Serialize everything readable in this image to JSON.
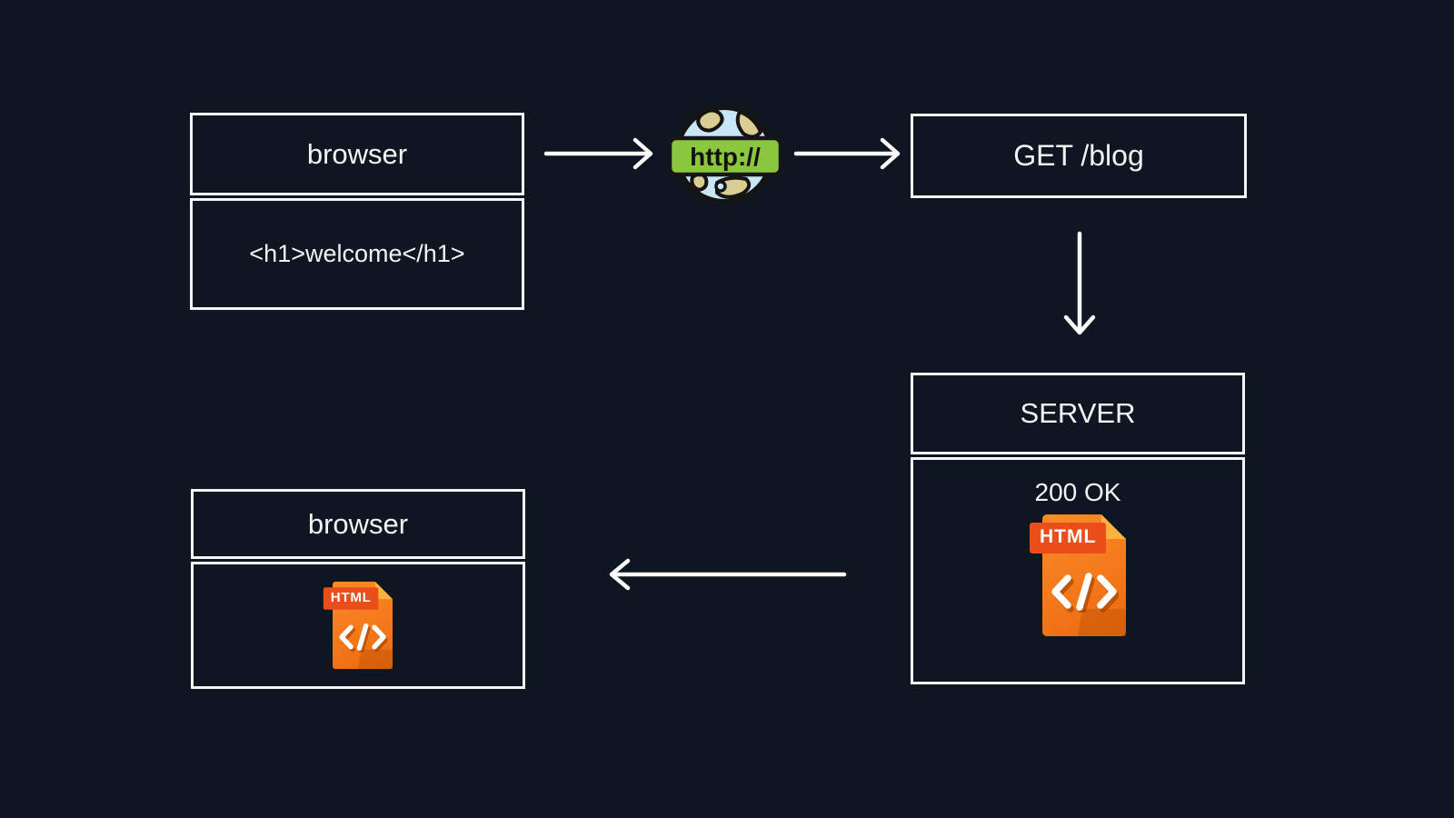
{
  "colors": {
    "background": "#0e1721",
    "box_border": "#f5f6f7",
    "text": "#f2f3f5",
    "arrow": "#fafafa",
    "url_banner_green": "#8bc63f",
    "globe_ocean": "#c9e6f7",
    "globe_land": "#d9cd92",
    "globe_outline": "#141414",
    "html_file_orange": "#f57a1c",
    "html_banner_red": "#e94e1b",
    "html_fold_yellow": "#fcb23c"
  },
  "nodes": {
    "browser_request": {
      "title": "browser",
      "code": "<h1>welcome</h1>"
    },
    "url_globe": {
      "label": "http://",
      "icon": "globe-http-icon"
    },
    "get_request": {
      "label": "GET /blog"
    },
    "server": {
      "title": "SERVER",
      "status": "200 OK",
      "icon": "html-file-icon"
    },
    "browser_response": {
      "title": "browser",
      "icon": "html-file-icon"
    }
  },
  "icons": {
    "html_file": {
      "label": "HTML",
      "glyph": "</>"
    }
  }
}
